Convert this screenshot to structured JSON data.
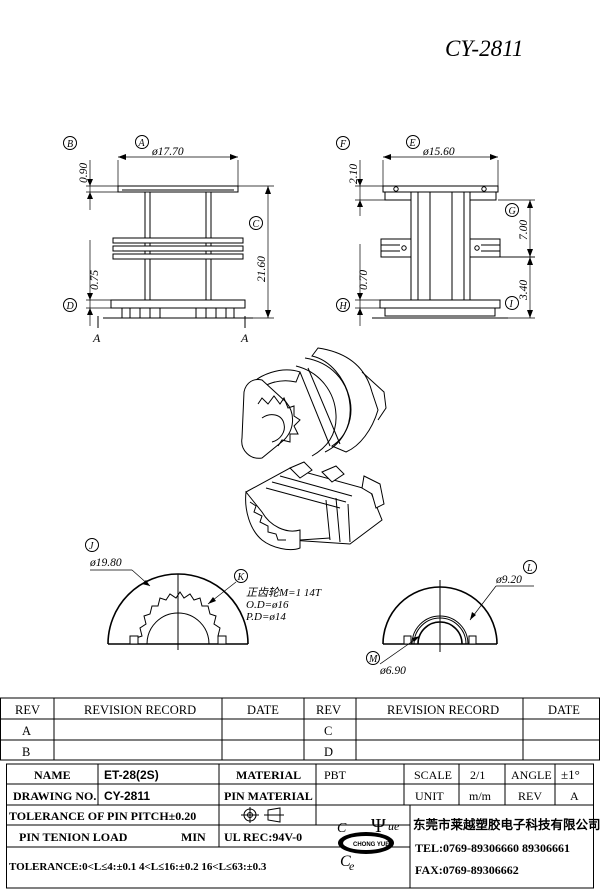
{
  "part_number": "CY-2811",
  "dimensions": {
    "A": {
      "letter": "A",
      "value": "ø17.70"
    },
    "B": {
      "letter": "B",
      "value": "0.90"
    },
    "C": {
      "letter": "C",
      "value": "21.60"
    },
    "D": {
      "letter": "D",
      "value": "0.75"
    },
    "E": {
      "letter": "E",
      "value": "ø15.60"
    },
    "F": {
      "letter": "F",
      "value": "2.10"
    },
    "G": {
      "letter": "G",
      "value": "7.00"
    },
    "H": {
      "letter": "H",
      "value": "0.70"
    },
    "I": {
      "letter": "I",
      "value": "3.40"
    },
    "J": {
      "letter": "J",
      "value": "ø19.80"
    },
    "K": {
      "letter": "K",
      "line1": "正齿轮M=1  14T",
      "line2": "O.D=ø16",
      "line3": "P.D=ø14"
    },
    "L": {
      "letter": "L",
      "value": "ø9.20"
    },
    "M": {
      "letter": "M",
      "value": "ø6.90"
    }
  },
  "section_marks": {
    "left": "A",
    "right": "A"
  },
  "revision_table": {
    "headers": [
      "REV",
      "REVISION RECORD",
      "DATE",
      "REV",
      "REVISION RECORD",
      "DATE"
    ],
    "rows": [
      [
        "A",
        "",
        "",
        "C",
        "",
        ""
      ],
      [
        "B",
        "",
        "",
        "D",
        "",
        ""
      ]
    ]
  },
  "title_block": {
    "name_label": "NAME",
    "name_value": "ET-28(2S)",
    "material_label": "MATERIAL",
    "material_value": "PBT",
    "scale_label": "SCALE",
    "scale_value": "2/1",
    "angle_label": "ANGLE",
    "angle_value": "±1°",
    "drawing_no_label": "DRAWING NO.",
    "drawing_no_value": "CY-2811",
    "pin_material_label": "PIN MATERIAL",
    "unit_label": "UNIT",
    "unit_value": "m/m",
    "rev_label": "REV",
    "rev_value": "A",
    "pitch_tolerance": "TOLERANCE OF PIN PITCH±0.20",
    "pin_tension_label": "PIN TENION LOAD",
    "pin_tension_min": "MIN",
    "ul_rec": "UL REC:94V-0",
    "tolerance_text": "TOLERANCE:0<L≤4:±0.1  4<L≤16:±0.2  16<L≤63:±0.3",
    "logo_ring_text": "CHONG YUE",
    "logo_letters": {
      "c": "C",
      "e": "e",
      "psi": "Ψ",
      "ue": "ue"
    },
    "company": "东莞市莱越塑胶电子科技有限公司",
    "tel": "TEL:0769-89306660 89306661",
    "fax": "FAX:0769-89306662"
  }
}
